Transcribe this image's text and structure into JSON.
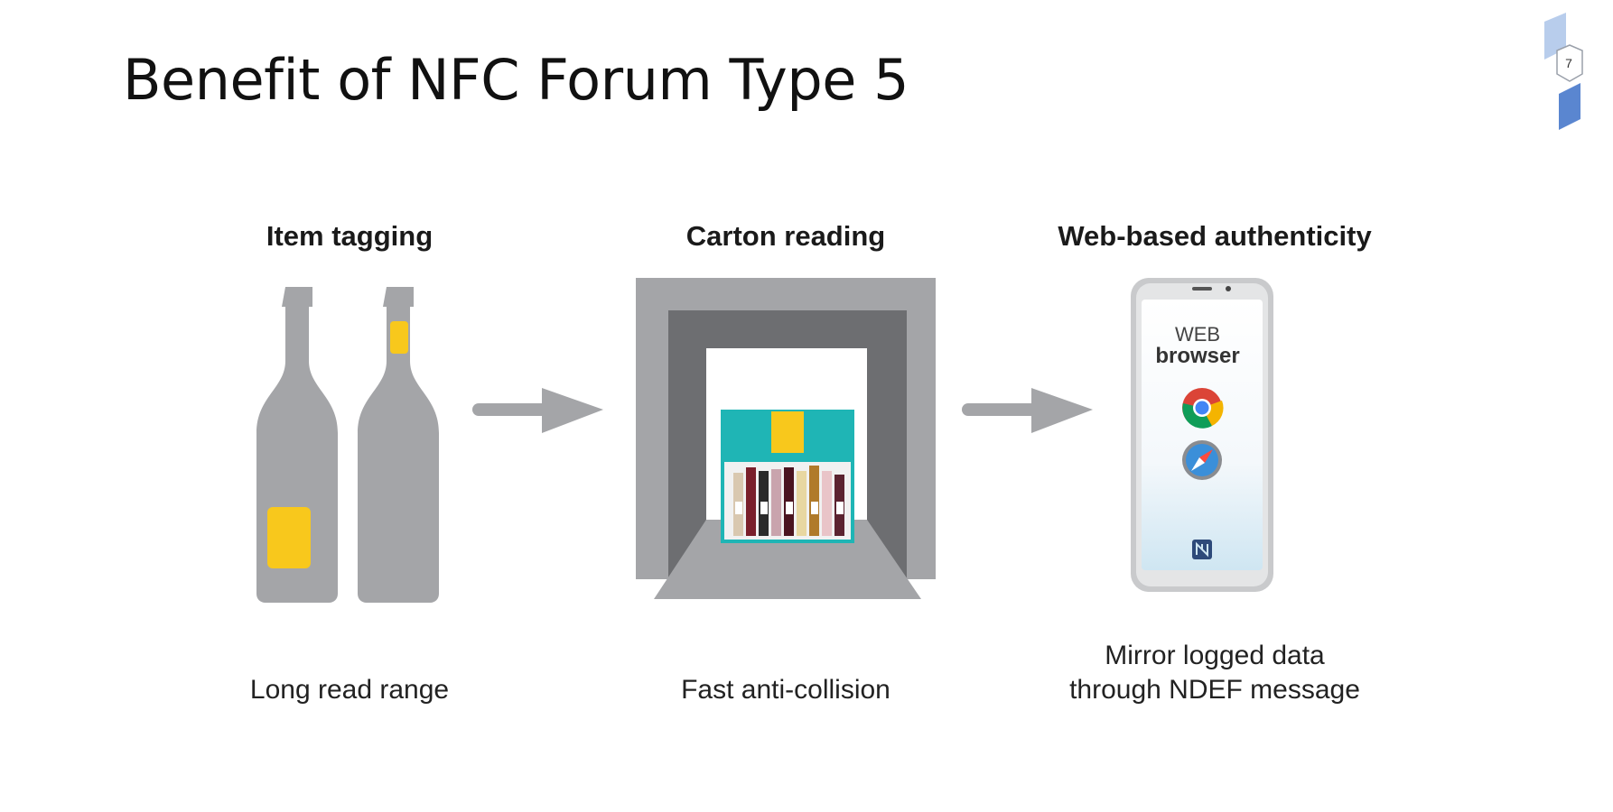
{
  "slide": {
    "title": "Benefit of NFC Forum Type 5",
    "page_number": "7"
  },
  "columns": [
    {
      "heading": "Item tagging",
      "caption": "Long read range"
    },
    {
      "heading": "Carton reading",
      "caption": "Fast anti-collision"
    },
    {
      "heading": "Web-based authenticity",
      "caption_line1": "Mirror logged data",
      "caption_line2": "through NDEF message"
    }
  ],
  "phone": {
    "web_label": "WEB",
    "browser_label": "browser",
    "icons": [
      "chrome-icon",
      "safari-icon",
      "nfc-icon"
    ]
  },
  "colors": {
    "gray": "#a4a5a8",
    "dark_gray": "#6d6e71",
    "tag_yellow": "#f8c81c",
    "carton_teal": "#1fb5b5"
  }
}
